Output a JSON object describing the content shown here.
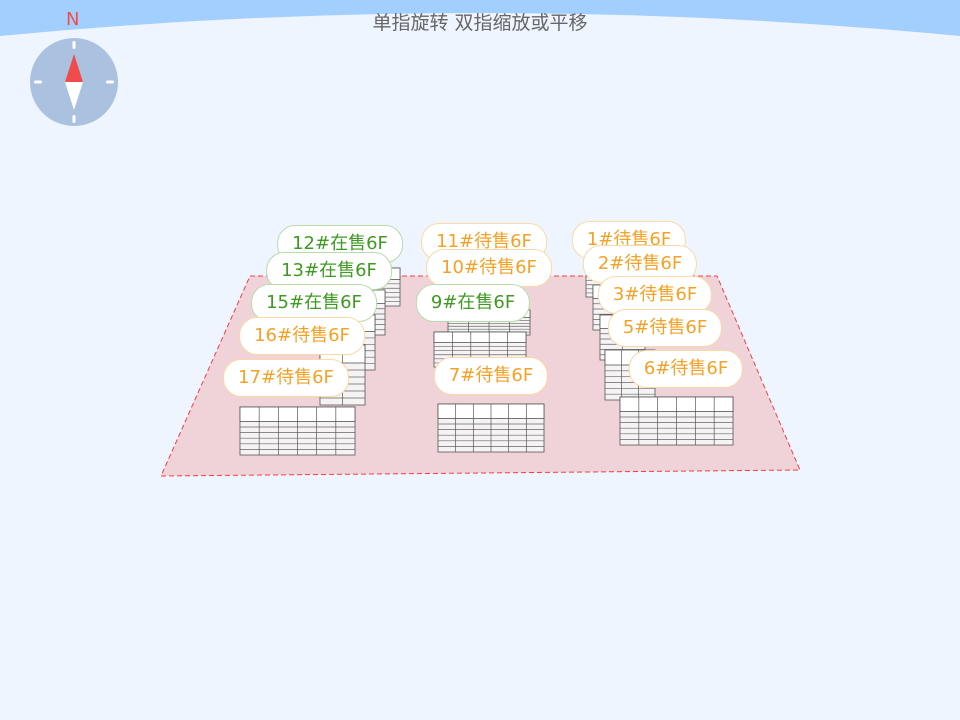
{
  "hint": "单指旋转 双指缩放或平移",
  "compass": {
    "north_label": "N",
    "icon": "compass-icon"
  },
  "colors": {
    "on_sale": "#3f9a21",
    "pending": "#f5a126",
    "ground": "#f0d3d9",
    "ground_border": "#f04040"
  },
  "buildings": [
    {
      "id": "12",
      "label": "12#在售6F",
      "status": "sale"
    },
    {
      "id": "11",
      "label": "11#待售6F",
      "status": "wait"
    },
    {
      "id": "1",
      "label": "1#待售6F",
      "status": "wait"
    },
    {
      "id": "13",
      "label": "13#在售6F",
      "status": "sale"
    },
    {
      "id": "10",
      "label": "10#待售6F",
      "status": "wait"
    },
    {
      "id": "2",
      "label": "2#待售6F",
      "status": "wait"
    },
    {
      "id": "15",
      "label": "15#在售6F",
      "status": "sale"
    },
    {
      "id": "9",
      "label": "9#在售6F",
      "status": "sale"
    },
    {
      "id": "3",
      "label": "3#待售6F",
      "status": "wait"
    },
    {
      "id": "16",
      "label": "16#待售6F",
      "status": "wait"
    },
    {
      "id": "5",
      "label": "5#待售6F",
      "status": "wait"
    },
    {
      "id": "17",
      "label": "17#待售6F",
      "status": "wait"
    },
    {
      "id": "7",
      "label": "7#待售6F",
      "status": "wait"
    },
    {
      "id": "6",
      "label": "6#待售6F",
      "status": "wait"
    }
  ]
}
